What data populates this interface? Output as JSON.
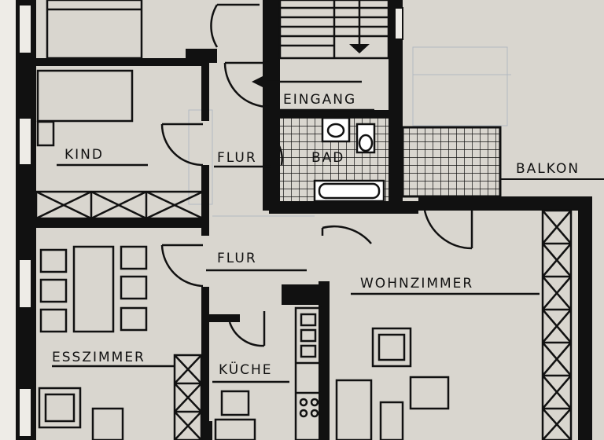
{
  "plan": {
    "rooms": [
      {
        "id": "kind",
        "label": "KIND"
      },
      {
        "id": "flur-upper",
        "label": "FLUR"
      },
      {
        "id": "bad",
        "label": "BAD"
      },
      {
        "id": "eingang",
        "label": "EINGANG"
      },
      {
        "id": "balkon",
        "label": "BALKON"
      },
      {
        "id": "flur-lower",
        "label": "FLUR"
      },
      {
        "id": "wohnzimmer",
        "label": "WOHNZIMMER"
      },
      {
        "id": "esszimmer",
        "label": "ESSZIMMER"
      },
      {
        "id": "kueche",
        "label": "KÜCHE"
      }
    ],
    "colors": {
      "paper": "#d9d6cf",
      "ink": "#111111",
      "faded": "#a9b3bf"
    }
  }
}
